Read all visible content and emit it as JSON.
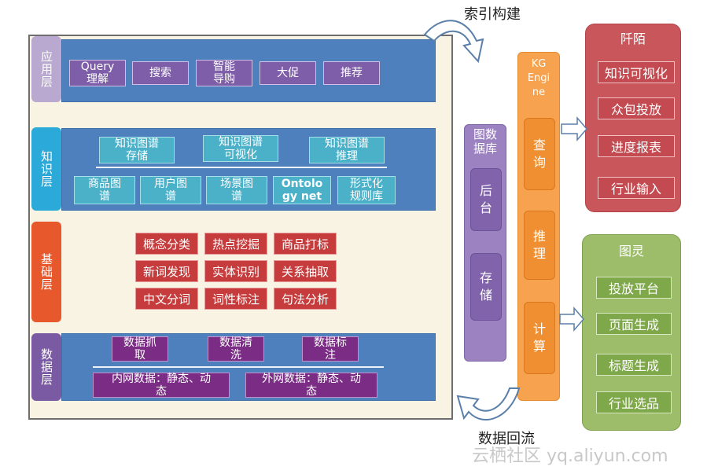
{
  "layers": {
    "app": "应用层",
    "knowledge": "知识层",
    "basic": "基础层",
    "data": "数据层"
  },
  "app_items": [
    "Query\n理解",
    "搜索",
    "智能\n导购",
    "大促",
    "推荐"
  ],
  "kg_top": [
    "知识图谱\n存储",
    "知识图谱\n可视化",
    "知识图谱\n推理"
  ],
  "kg_bottom": [
    "商品图\n谱",
    "用户图\n谱",
    "场景图\n谱",
    "Ontolo\ngy net",
    "形式化\n规则库"
  ],
  "basic_items": [
    [
      "概念分类",
      "热点挖掘",
      "商品打标"
    ],
    [
      "新词发现",
      "实体识别",
      "关系抽取"
    ],
    [
      "中文分词",
      "词性标注",
      "句法分析"
    ]
  ],
  "data_top": [
    "数据抓\n取",
    "数据清\n洗",
    "数据标\n注"
  ],
  "data_bottom": [
    "内网数据：静态、动\n态",
    "外网数据：静态、动\n态"
  ],
  "graph_db": {
    "title": "图数\n据库",
    "items": [
      "后\n台",
      "存\n储"
    ]
  },
  "kg_engine": {
    "title": "KG\nEngi\nne",
    "items": [
      "查\n询",
      "推\n理",
      "计\n算"
    ]
  },
  "qianmo": {
    "title": "阡陌",
    "items": [
      "知识可视化",
      "众包投放",
      "进度报表",
      "行业输入"
    ]
  },
  "tuling": {
    "title": "图灵",
    "items": [
      "投放平台",
      "页面生成",
      "标题生成",
      "行业选品"
    ]
  },
  "captions": {
    "index_build": "索引构建",
    "data_backflow": "数据回流"
  },
  "watermark": "云栖社区 yq.aliyun.com",
  "colors": {
    "band": "#4e80bd",
    "app_button": "#7e5ea8",
    "kg_button": "#4bb1c9",
    "basic_button": "#c63b3b",
    "data_button": "#7b2d86",
    "red_panel": "#c9565b",
    "green_panel": "#9dbd6a",
    "engine": "#f6a24e",
    "graph_db": "#9d82c1"
  }
}
